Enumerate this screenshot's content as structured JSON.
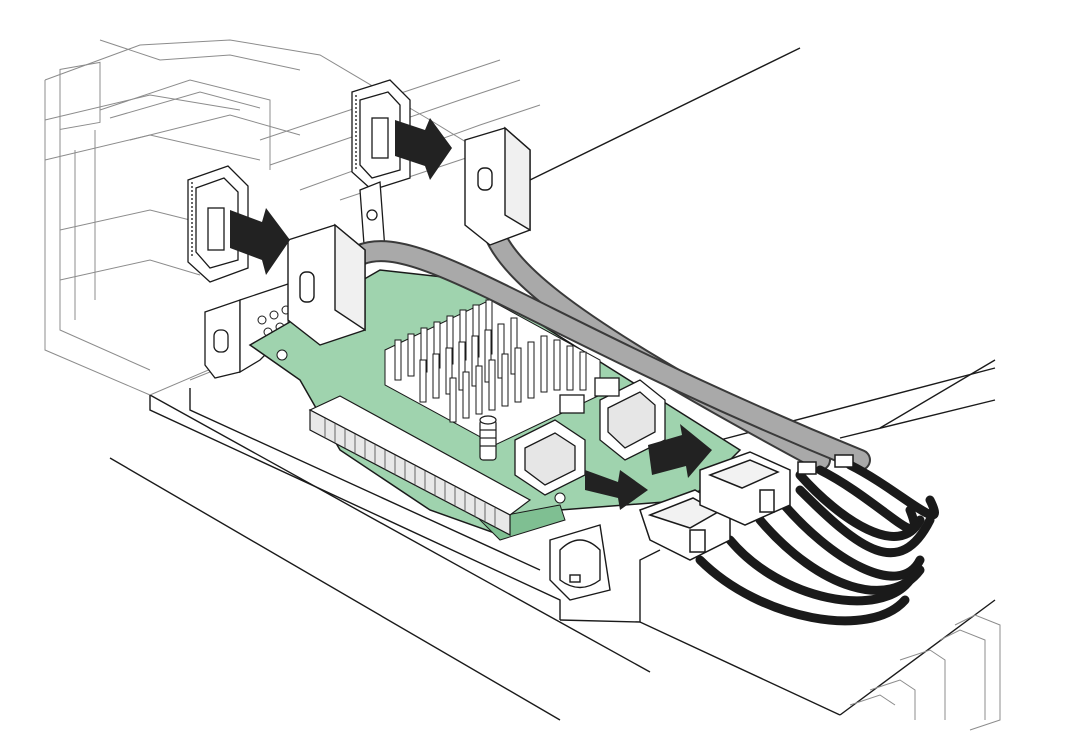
{
  "figure": {
    "palette": {
      "outline": "#1a1a1a",
      "board": "#9fd3ae",
      "board_dark": "#7fbf92",
      "cable_gray": "#a9a9a9",
      "cable_gray_edge": "#3a3a3a",
      "arrow": "#222222",
      "housing": "#ffffff",
      "background": "#ffffff"
    },
    "icons": [
      "arrow-remove-icon",
      "arrow-remove-icon",
      "arrow-remove-icon",
      "arrow-remove-icon"
    ],
    "parts": [
      "server-chassis",
      "drive-backplane",
      "sas-backplane-connector",
      "sas-cable-plug",
      "raid-controller-card",
      "heatsink",
      "pcie-edge-connector",
      "sas-port",
      "cable-y-breakout",
      "mounting-bracket",
      "battery-clip"
    ]
  }
}
